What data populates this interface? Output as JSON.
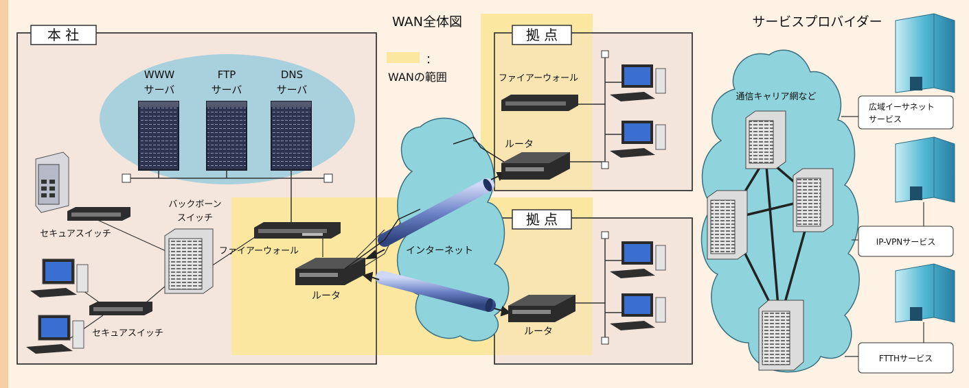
{
  "title": "WAN全体図",
  "legend": {
    "colon": "：",
    "label": "WANの範囲"
  },
  "hq": {
    "title": "本 社",
    "servers": [
      {
        "line1": "WWW",
        "line2": "サーバ"
      },
      {
        "line1": "FTP",
        "line2": "サーバ"
      },
      {
        "line1": "DNS",
        "line2": "サーバ"
      }
    ],
    "backbone_line1": "バックボーン",
    "backbone_line2": "スイッチ",
    "secure_switch": "セキュアスイッチ",
    "secure_switch2": "セキュアスイッチ",
    "firewall": "ファイアーウォール",
    "router": "ルータ"
  },
  "internet": "インターネット",
  "branch1": {
    "title": "拠 点",
    "firewall": "ファイアーウォール",
    "router": "ルータ"
  },
  "branch2": {
    "title": "拠 点",
    "router": "ルータ"
  },
  "provider": {
    "title": "サービスプロバイダー",
    "carrier": "通信キャリア網など",
    "services": [
      "広域イーサネット\nサービス",
      "IP-VPNサービス",
      "FTTHサービス"
    ]
  },
  "colors": {
    "wan_area": "#fbe7a0",
    "site_bg": "#f1e1da",
    "server_ellipse": "#a9d0dd",
    "cloud": "#8fd4dc",
    "device": "#3a3a3a",
    "building": "#4fb6d1"
  }
}
